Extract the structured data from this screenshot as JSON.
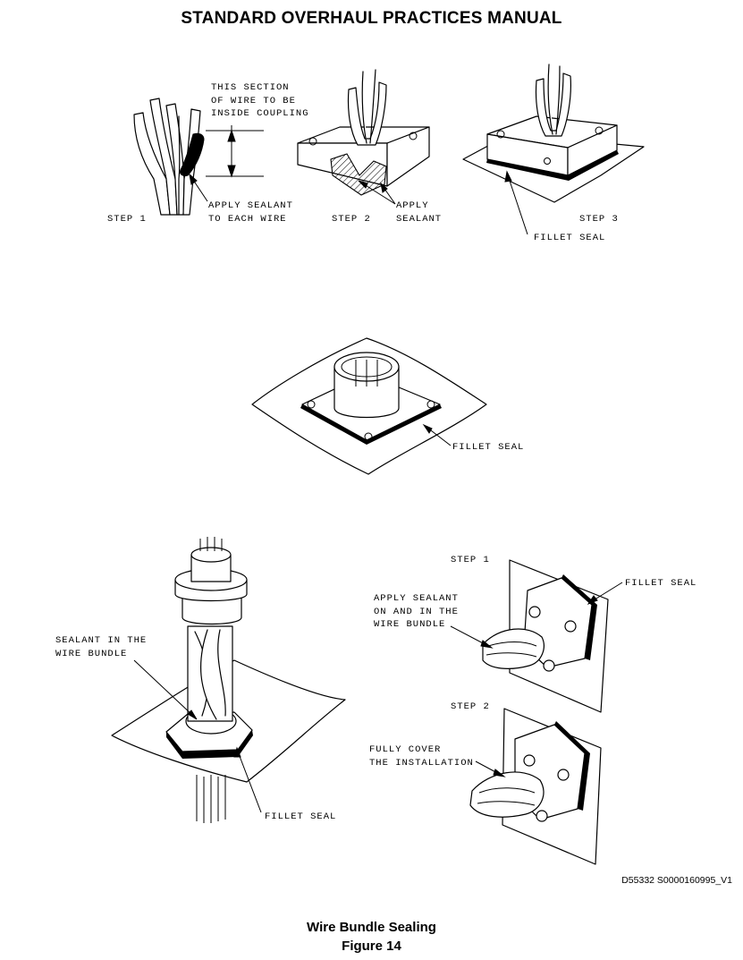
{
  "header": {
    "title": "STANDARD OVERHAUL PRACTICES MANUAL"
  },
  "top": {
    "step1_label": "STEP 1",
    "step1_note": "THIS SECTION\nOF WIRE TO BE\nINSIDE COUPLING",
    "step1_sealant": "APPLY SEALANT\nTO EACH WIRE",
    "step2_label": "STEP 2",
    "step2_sealant": "APPLY\nSEALANT",
    "step3_label": "STEP 3",
    "step3_fillet": "FILLET SEAL"
  },
  "middle": {
    "fillet": "FILLET SEAL"
  },
  "bottom_left": {
    "sealant": "SEALANT IN THE\nWIRE BUNDLE",
    "fillet": "FILLET SEAL"
  },
  "bottom_right": {
    "step1_label": "STEP 1",
    "step1_sealant": "APPLY SEALANT\nON AND IN THE\nWIRE BUNDLE",
    "step1_fillet": "FILLET SEAL",
    "step2_label": "STEP 2",
    "step2_cover": "FULLY COVER\nTHE INSTALLATION"
  },
  "reference": "D55332 S0000160995_V1",
  "caption": {
    "title": "Wire Bundle Sealing",
    "figure": "Figure 14"
  }
}
